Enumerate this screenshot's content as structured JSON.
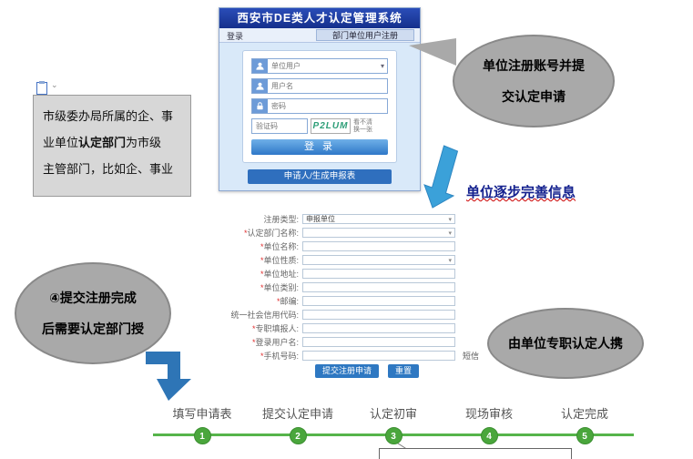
{
  "login": {
    "title": "西安市DE类人才认定管理系统",
    "tabs": [
      "登录",
      "部门单位用户注册"
    ],
    "fields": [
      {
        "text": "单位用户"
      },
      {
        "text": "用户名"
      },
      {
        "text": "密码"
      },
      {
        "text": "验证码"
      }
    ],
    "captcha": {
      "code": "P2LUM",
      "refresh_line1": "看不清",
      "refresh_line2": "换一张"
    },
    "login_button": "登 录",
    "secondary_button": "申请人/生成申报表"
  },
  "callout_top_right": {
    "line1": "单位注册账号并提",
    "line2": "交认定申请"
  },
  "callout_left": {
    "line1": "④提交注册完成",
    "line2": "后需要认定部门授"
  },
  "callout_right": {
    "line1": "由单位专职认定人携"
  },
  "note_box": {
    "line1": "市级委办局所属的企、事",
    "line2_pre": "业单位",
    "line2_bold": "认定部门",
    "line2_post": "为市级",
    "line3": "主管部门，比如企、事业"
  },
  "flow_label": "单位逐步完善信息",
  "form": {
    "fields": [
      {
        "req": "",
        "label": "注册类型:",
        "value": "申报单位"
      },
      {
        "req": "*",
        "label": "认定部门名称:"
      },
      {
        "req": "*",
        "label": "单位名称:"
      },
      {
        "req": "*",
        "label": "单位性质:"
      },
      {
        "req": "*",
        "label": "单位地址:"
      },
      {
        "req": "*",
        "label": "单位类别:"
      },
      {
        "req": "*",
        "label": "邮编:"
      },
      {
        "req": "",
        "label": "统一社会信用代码:"
      },
      {
        "req": "*",
        "label": "专职填报人:"
      },
      {
        "req": "*",
        "label": "登录用户名:"
      },
      {
        "req": "*",
        "label": "手机号码:"
      }
    ],
    "sms_note": "短信",
    "submit_label": "提交注册申请",
    "reset_label": "重置"
  },
  "timeline": {
    "steps": [
      {
        "num": "1",
        "label": "填写申请表"
      },
      {
        "num": "2",
        "label": "提交认定申请"
      },
      {
        "num": "3",
        "label": "认定初审"
      },
      {
        "num": "4",
        "label": "现场审核"
      },
      {
        "num": "5",
        "label": "认定完成"
      }
    ]
  },
  "icons": {
    "chevron_down": "▾",
    "caret_down": "⌄"
  },
  "colors": {
    "accent_blue": "#2e75b6",
    "title_blue": "#1d3fae",
    "green": "#4aa63c",
    "callout_gray": "#a9a9a9"
  }
}
